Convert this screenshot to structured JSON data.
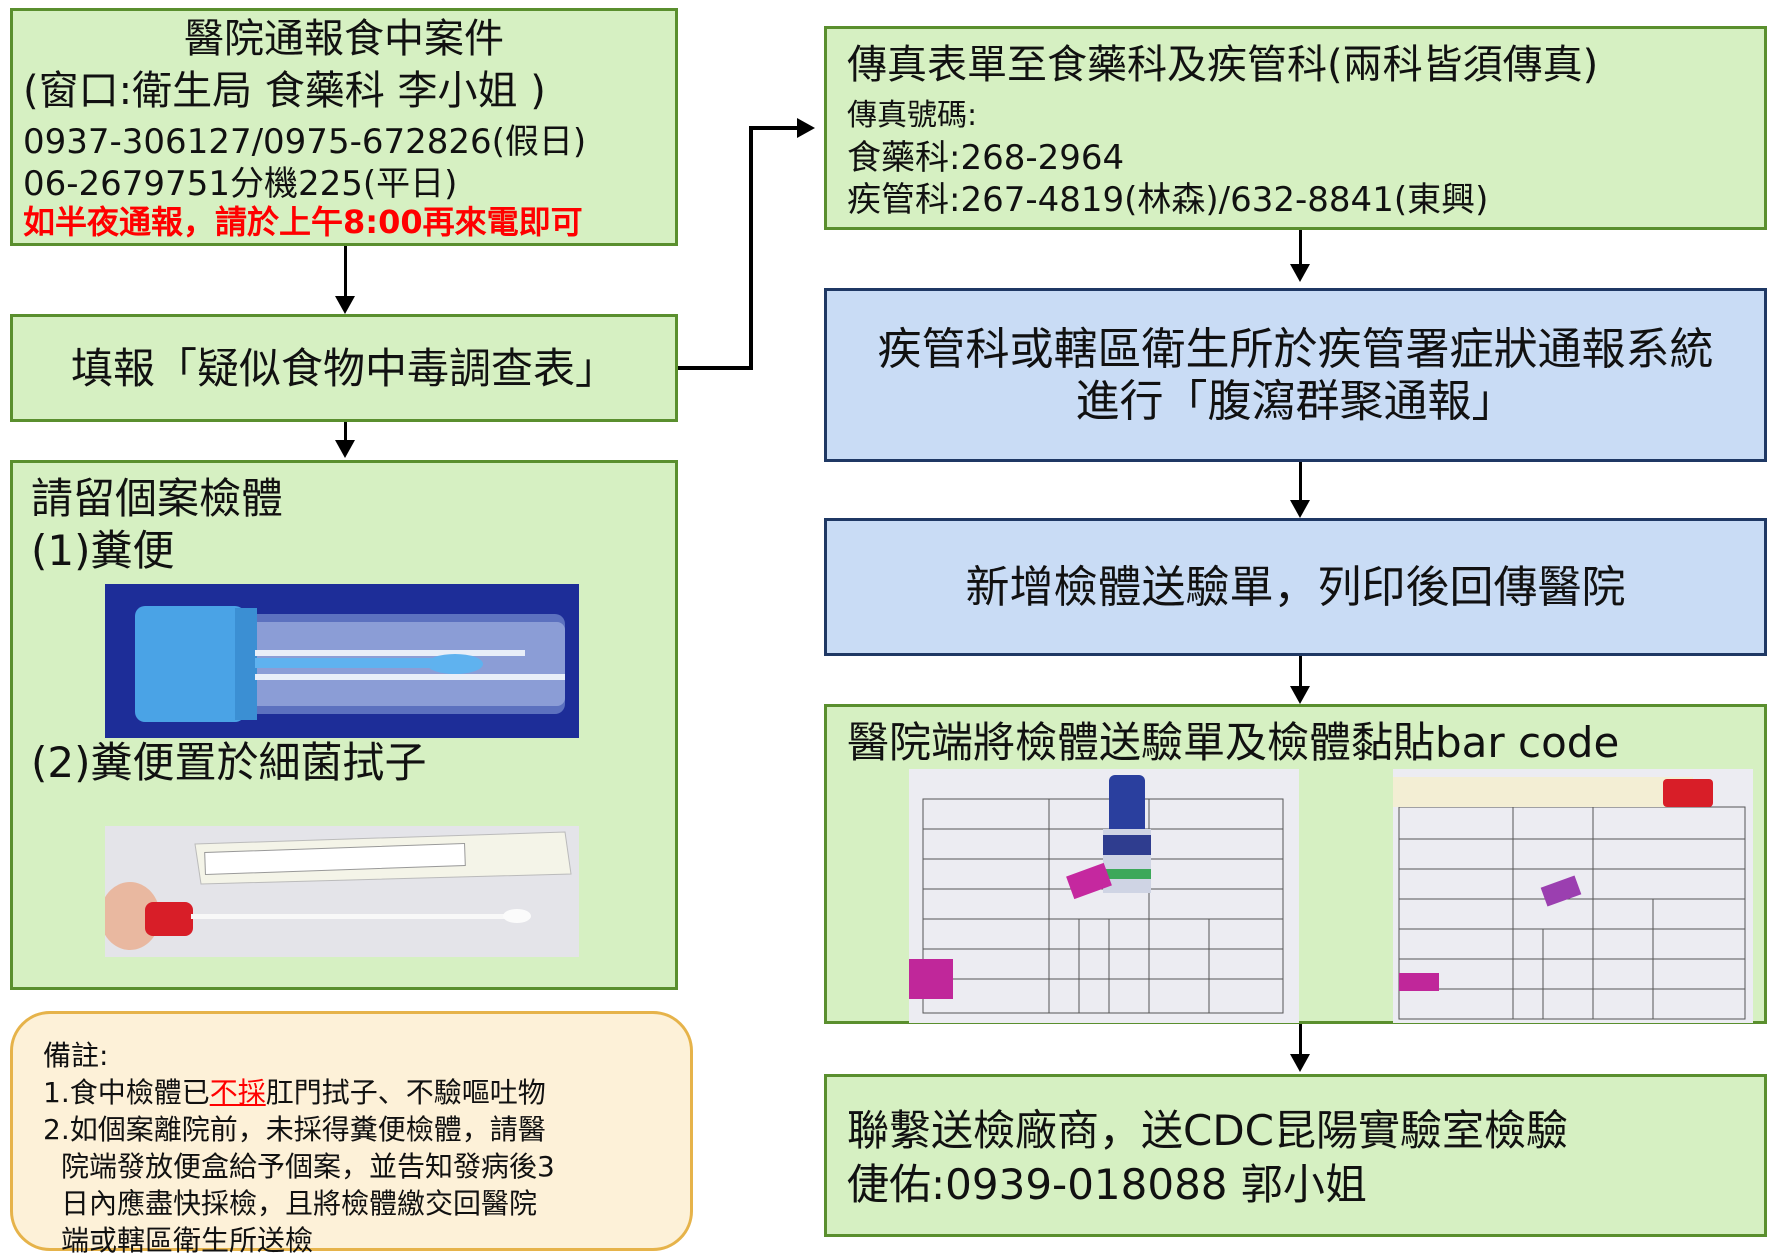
{
  "boxes": {
    "hospital_report": {
      "title": "醫院通報食中案件",
      "contact": "(窗口:衛生局 食藥科 李小姐 )",
      "phone_holiday": "0937-306127/0975-672826(假日)",
      "phone_weekday": "06-2679751分機225(平日)",
      "night_notice": "如半夜通報，請於上午8:00再來電即可"
    },
    "fill_form": {
      "text": "填報「疑似食物中毒調查表」"
    },
    "specimen": {
      "title": "請留個案檢體",
      "item1": "(1)糞便",
      "item2": "(2)糞便置於細菌拭子"
    },
    "fax": {
      "title": "傳真表單至食藥科及疾管科(兩科皆須傳真)",
      "fax_label": "傳真號碼:",
      "fda_fax": "食藥科:268-2964",
      "cdc_fax": "疾管科:267-4819(林森)/632-8841(東興)"
    },
    "cluster_report": {
      "line1": "疾管科或轄區衛生所於疾管署症狀通報系統",
      "line2": "進行「腹瀉群聚通報」"
    },
    "new_form": {
      "text": "新增檢體送驗單，列印後回傳醫院"
    },
    "barcode": {
      "title": "醫院端將檢體送驗單及檢體黏貼bar code"
    },
    "contact_vendor": {
      "line1": "聯繫送檢廠商，送CDC昆陽實驗室檢驗",
      "line2": "倢佑:0939-018088 郭小姐"
    }
  },
  "note": {
    "heading": "備註:",
    "line1_pre": "1.食中檢體已",
    "line1_emph": "不採",
    "line1_post": "肛門拭子、不驗嘔吐物",
    "line2": "2.如個案離院前，未採得糞便檢體，請醫",
    "line3": "院端發放便盒給予個案，並告知發病後3",
    "line4": "日內應盡快採檢，且將檢體繳交回醫院",
    "line5": "端或轄區衛生所送檢"
  },
  "colors": {
    "green_fill": "#d6f0c2",
    "green_border": "#5a8f2e",
    "blue_fill": "#c9dcf5",
    "blue_border": "#1f3864",
    "red_text": "#ff0000",
    "note_fill": "#fdf1d8",
    "note_border": "#e6b34a"
  }
}
